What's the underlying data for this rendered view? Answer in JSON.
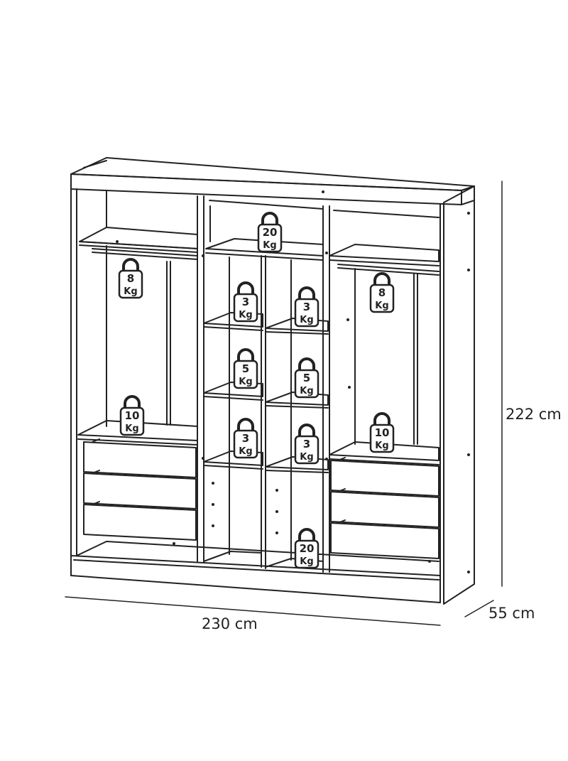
{
  "dimensions": {
    "width": "230 cm",
    "height": "222 cm",
    "depth": "55 cm"
  },
  "weight_unit": "Kg",
  "weight_badges": [
    {
      "id": "top-center-shelf",
      "value": "20"
    },
    {
      "id": "left-hanging-rail",
      "value": "8"
    },
    {
      "id": "right-hanging-rail",
      "value": "8"
    },
    {
      "id": "center-left-shelf-1",
      "value": "3"
    },
    {
      "id": "center-right-shelf-1",
      "value": "3"
    },
    {
      "id": "center-left-shelf-2",
      "value": "5"
    },
    {
      "id": "center-right-shelf-2",
      "value": "5"
    },
    {
      "id": "center-left-shelf-3",
      "value": "3"
    },
    {
      "id": "center-right-shelf-3",
      "value": "3"
    },
    {
      "id": "left-lower-shelf",
      "value": "10"
    },
    {
      "id": "right-lower-shelf",
      "value": "10"
    },
    {
      "id": "bottom-center-compartment",
      "value": "20"
    }
  ],
  "colors": {
    "line": "#222222",
    "badge_fill": "#ffffff",
    "background": "#ffffff"
  }
}
